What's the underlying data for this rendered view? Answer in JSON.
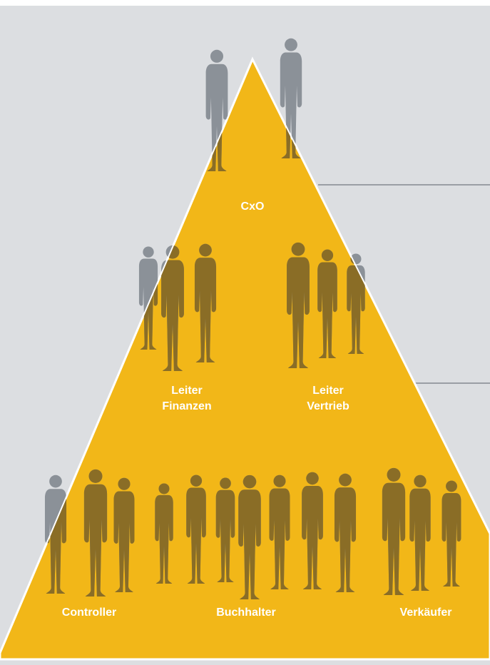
{
  "colors": {
    "background": "#dcdee1",
    "pyramid": "#f2b718",
    "pyramid_edge": "#ffffff",
    "person_on_grey": "#8b9198",
    "person_on_gold": "#8a6d26",
    "connector_line": "#9a9ea4",
    "label_text": "#ffffff"
  },
  "levels": {
    "top": {
      "label": "CxO"
    },
    "middle": [
      {
        "label_line1": "Leiter",
        "label_line2": "Finanzen"
      },
      {
        "label_line1": "Leiter",
        "label_line2": "Vertrieb"
      }
    ],
    "bottom": [
      {
        "label": "Controller"
      },
      {
        "label": "Buchhalter"
      },
      {
        "label": "Verkäufer"
      }
    ]
  }
}
